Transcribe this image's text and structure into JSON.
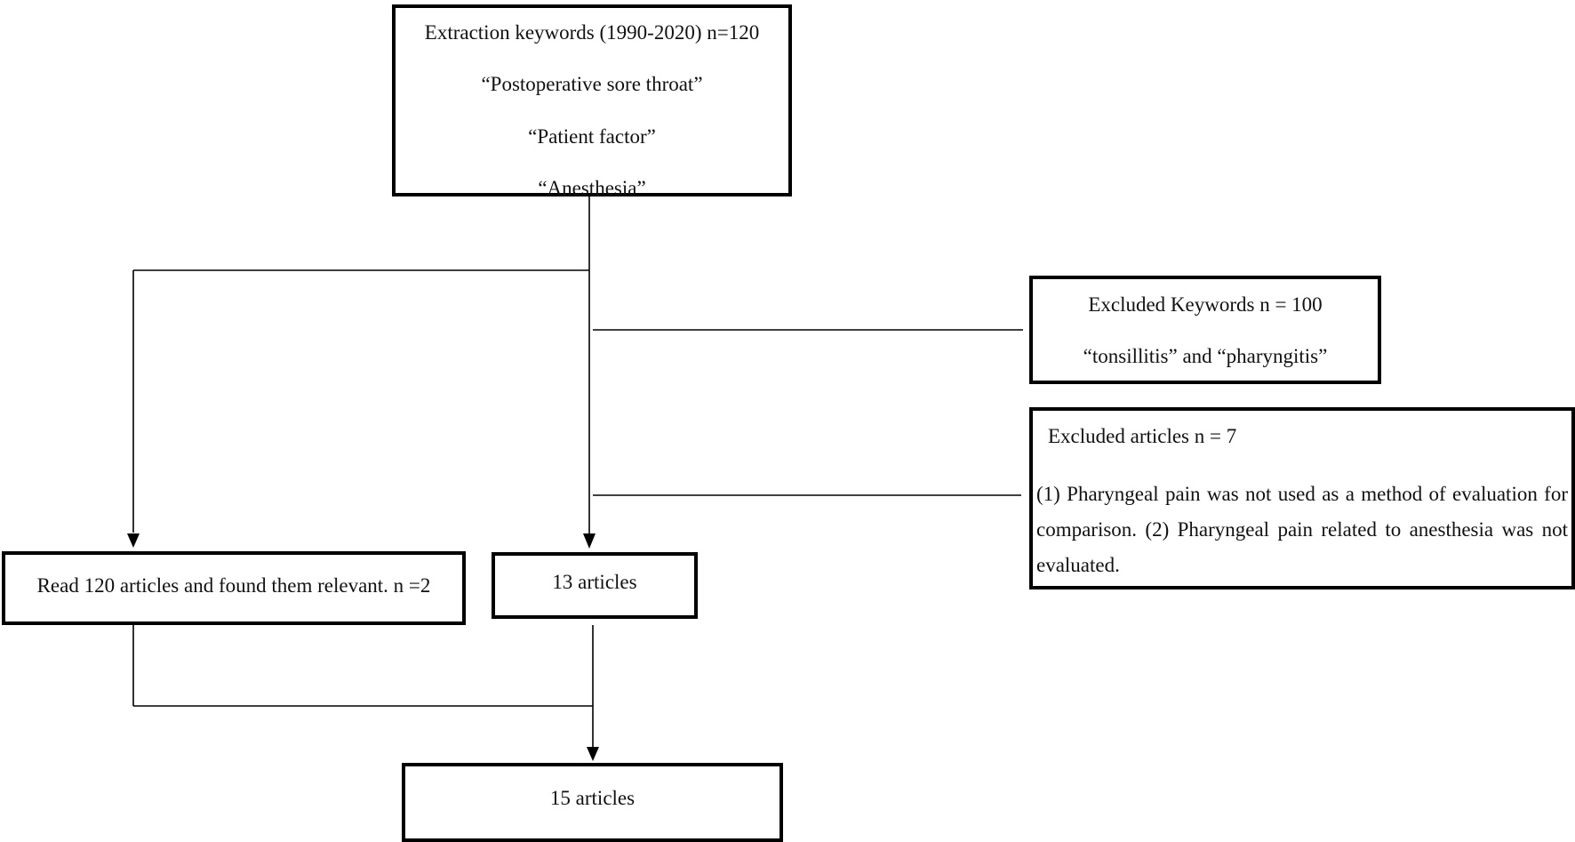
{
  "extraction": {
    "title": "Extraction keywords (1990-2020) n=120",
    "keywords": [
      "“Postoperative sore throat”",
      "“Patient factor”",
      "“Anesthesia”"
    ]
  },
  "excluded_keywords": {
    "title": "Excluded Keywords n = 100",
    "terms": "“tonsillitis” and “pharyngitis”"
  },
  "excluded_articles": {
    "title": "Excluded articles n = 7",
    "reasons": "(1) Pharyngeal pain was not used as a method of evaluation for comparison. (2) Pharyngeal pain related to anesthesia was not evaluated."
  },
  "read_articles": {
    "label": "Read 120 articles and found them relevant. n =2"
  },
  "articles_13": {
    "label": "13 articles"
  },
  "articles_15": {
    "label": "15 articles"
  }
}
